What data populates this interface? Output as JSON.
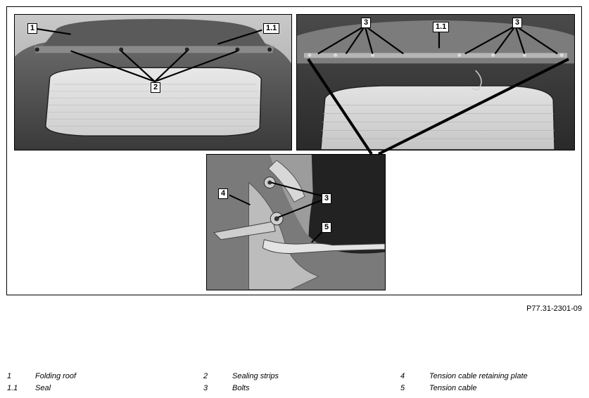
{
  "figure_id": "P77.31-2301-09",
  "callouts": {
    "left_1": "1",
    "left_1_1": "1.1",
    "left_2": "2",
    "right_3a": "3",
    "right_1_1": "1.1",
    "right_3b": "3",
    "detail_4": "4",
    "detail_3": "3",
    "detail_5": "5"
  },
  "legend": [
    {
      "number": "1",
      "text": "Folding roof"
    },
    {
      "number": "1.1",
      "text": "Seal"
    },
    {
      "number": "2",
      "text": "Sealing strips"
    },
    {
      "number": "3",
      "text": "Bolts"
    },
    {
      "number": "4",
      "text": "Tension cable retaining plate"
    },
    {
      "number": "5",
      "text": "Tension cable"
    }
  ]
}
